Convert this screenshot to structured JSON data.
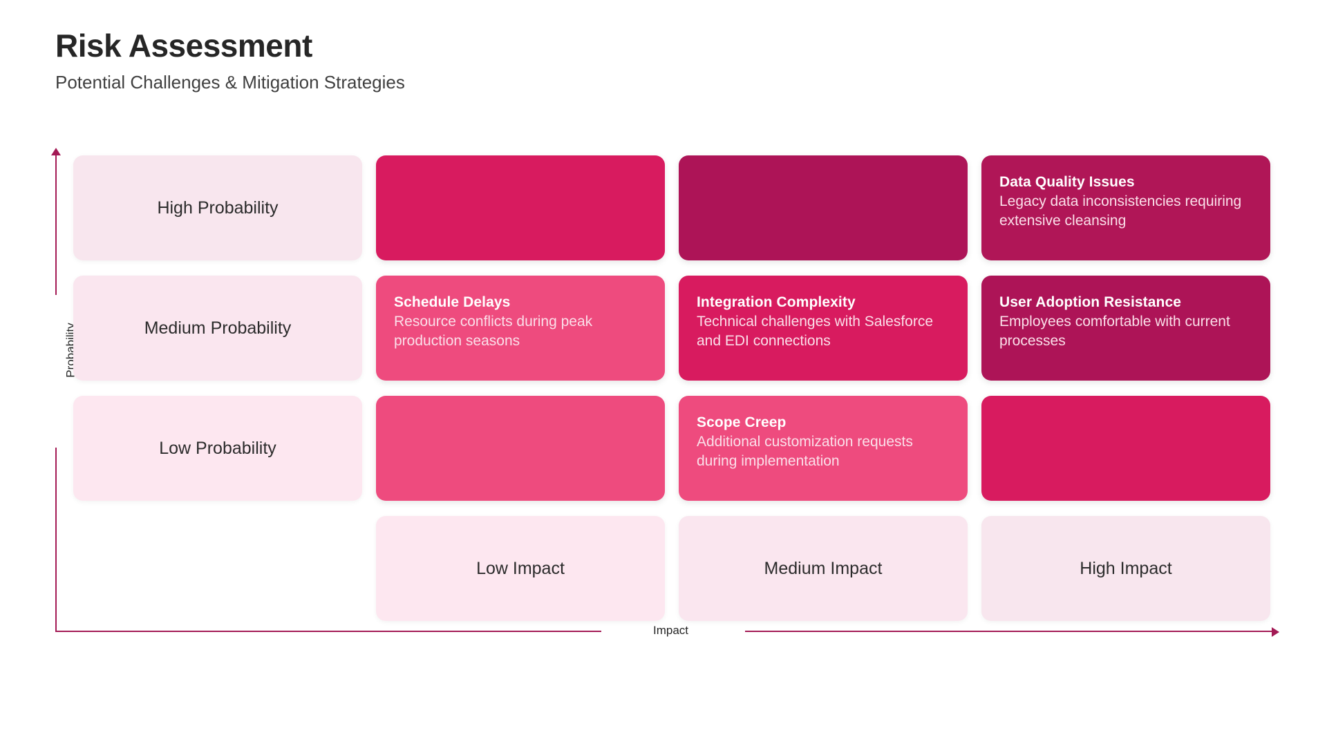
{
  "header": {
    "title": "Risk Assessment",
    "subtitle": "Potential Challenges & Mitigation Strategies"
  },
  "axes": {
    "y_label": "Probability",
    "x_label": "Impact"
  },
  "colors": {
    "accent_axis": "#a31a55",
    "cell_label_bg": "#fae8ef",
    "risk_light": "#ee4b7e",
    "risk_medium": "#d81b5f",
    "risk_dark": "#ad1457",
    "page_bg": "#ffffff",
    "title_text": "#262626"
  },
  "chart_data": {
    "type": "heatmap",
    "title": "Risk Assessment",
    "subtitle": "Potential Challenges & Mitigation Strategies",
    "xlabel": "Impact",
    "ylabel": "Probability",
    "categories_x": [
      "Low Impact",
      "Medium Impact",
      "High Impact"
    ],
    "categories_y": [
      "High Probability",
      "Medium Probability",
      "Low Probability"
    ],
    "legend_position": "none",
    "grid": false,
    "cells": [
      {
        "row": "High Probability",
        "col": "Low Impact",
        "title": "",
        "desc": "",
        "severity": "medium",
        "color": "#d81b5f"
      },
      {
        "row": "High Probability",
        "col": "Medium Impact",
        "title": "",
        "desc": "",
        "severity": "dark",
        "color": "#ad1457"
      },
      {
        "row": "High Probability",
        "col": "High Impact",
        "title": "Data Quality Issues",
        "desc": "Legacy data inconsistencies requiring extensive cleansing",
        "severity": "dark",
        "color": "#b01657"
      },
      {
        "row": "Medium Probability",
        "col": "Low Impact",
        "title": "Schedule Delays",
        "desc": "Resource conflicts during peak production seasons",
        "severity": "light",
        "color": "#ee4b7e"
      },
      {
        "row": "Medium Probability",
        "col": "Medium Impact",
        "title": "Integration Complexity",
        "desc": "Technical challenges with Salesforce and EDI connections",
        "severity": "medium",
        "color": "#d81b5f"
      },
      {
        "row": "Medium Probability",
        "col": "High Impact",
        "title": "User Adoption Resistance",
        "desc": "Employees comfortable with current processes",
        "severity": "dark",
        "color": "#ad1457"
      },
      {
        "row": "Low Probability",
        "col": "Low Impact",
        "title": "",
        "desc": "",
        "severity": "light",
        "color": "#ee4b7e"
      },
      {
        "row": "Low Probability",
        "col": "Medium Impact",
        "title": "Scope Creep",
        "desc": "Additional customization requests during implementation",
        "severity": "light",
        "color": "#ee4b7e"
      },
      {
        "row": "Low Probability",
        "col": "High Impact",
        "title": "",
        "desc": "",
        "severity": "medium",
        "color": "#d81b5f"
      }
    ]
  },
  "matrix": {
    "row_labels": [
      "High Probability",
      "Medium Probability",
      "Low Probability"
    ],
    "column_labels": [
      "Low Impact",
      "Medium Impact",
      "High Impact"
    ],
    "risks": {
      "r0c0": {
        "title": "",
        "desc": ""
      },
      "r0c1": {
        "title": "",
        "desc": ""
      },
      "r0c2": {
        "title": "Data Quality Issues",
        "desc": "Legacy data inconsistencies requiring extensive cleansing"
      },
      "r1c0": {
        "title": "Schedule Delays",
        "desc": "Resource conflicts during peak production seasons"
      },
      "r1c1": {
        "title": "Integration Complexity",
        "desc": "Technical challenges with Salesforce and EDI connections"
      },
      "r1c2": {
        "title": "User Adoption Resistance",
        "desc": "Employees comfortable with current processes"
      },
      "r2c0": {
        "title": "",
        "desc": ""
      },
      "r2c1": {
        "title": "Scope Creep",
        "desc": "Additional customization requests during implementation"
      },
      "r2c2": {
        "title": "",
        "desc": ""
      }
    }
  }
}
